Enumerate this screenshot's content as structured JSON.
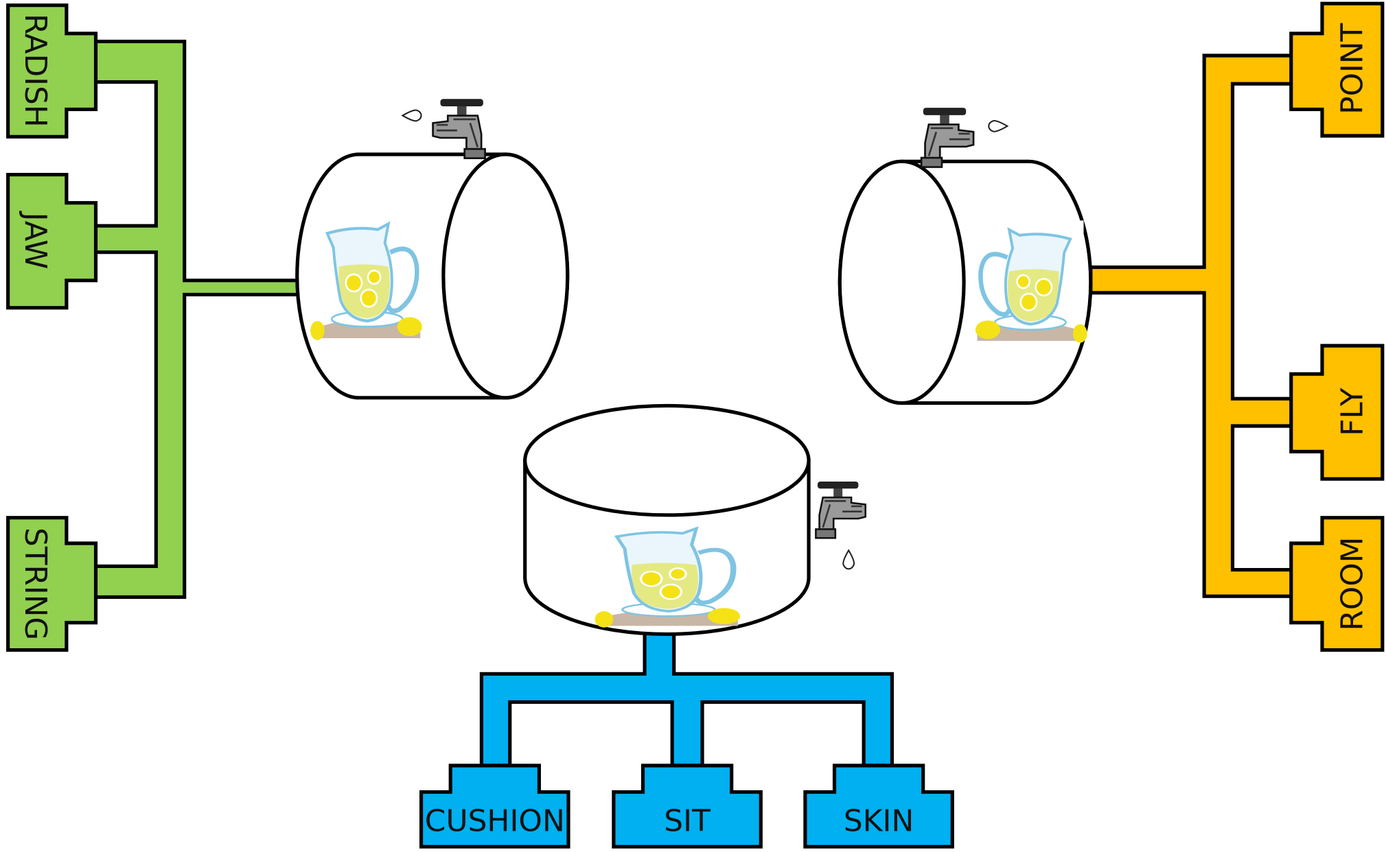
{
  "colors": {
    "green": "#92D050",
    "yellow": "#FFC000",
    "blue": "#00B0F0",
    "outline": "#000000",
    "lemonade": "#E4E984",
    "lemon": "#F4E217",
    "pitcher": "#7FC4E2",
    "table": "#C8B6A6"
  },
  "icons": {
    "tap": "faucet-icon",
    "drop": "water-drop-icon",
    "pitcher": "lemonade-pitcher-icon"
  },
  "tanks": {
    "left": {
      "labels": [
        "RADISH",
        "JAW",
        "STRING"
      ]
    },
    "right": {
      "labels": [
        "POINT",
        "FLY",
        "ROOM"
      ]
    },
    "bottom": {
      "labels": [
        "CUSHION",
        "SIT",
        "SKIN"
      ]
    }
  }
}
